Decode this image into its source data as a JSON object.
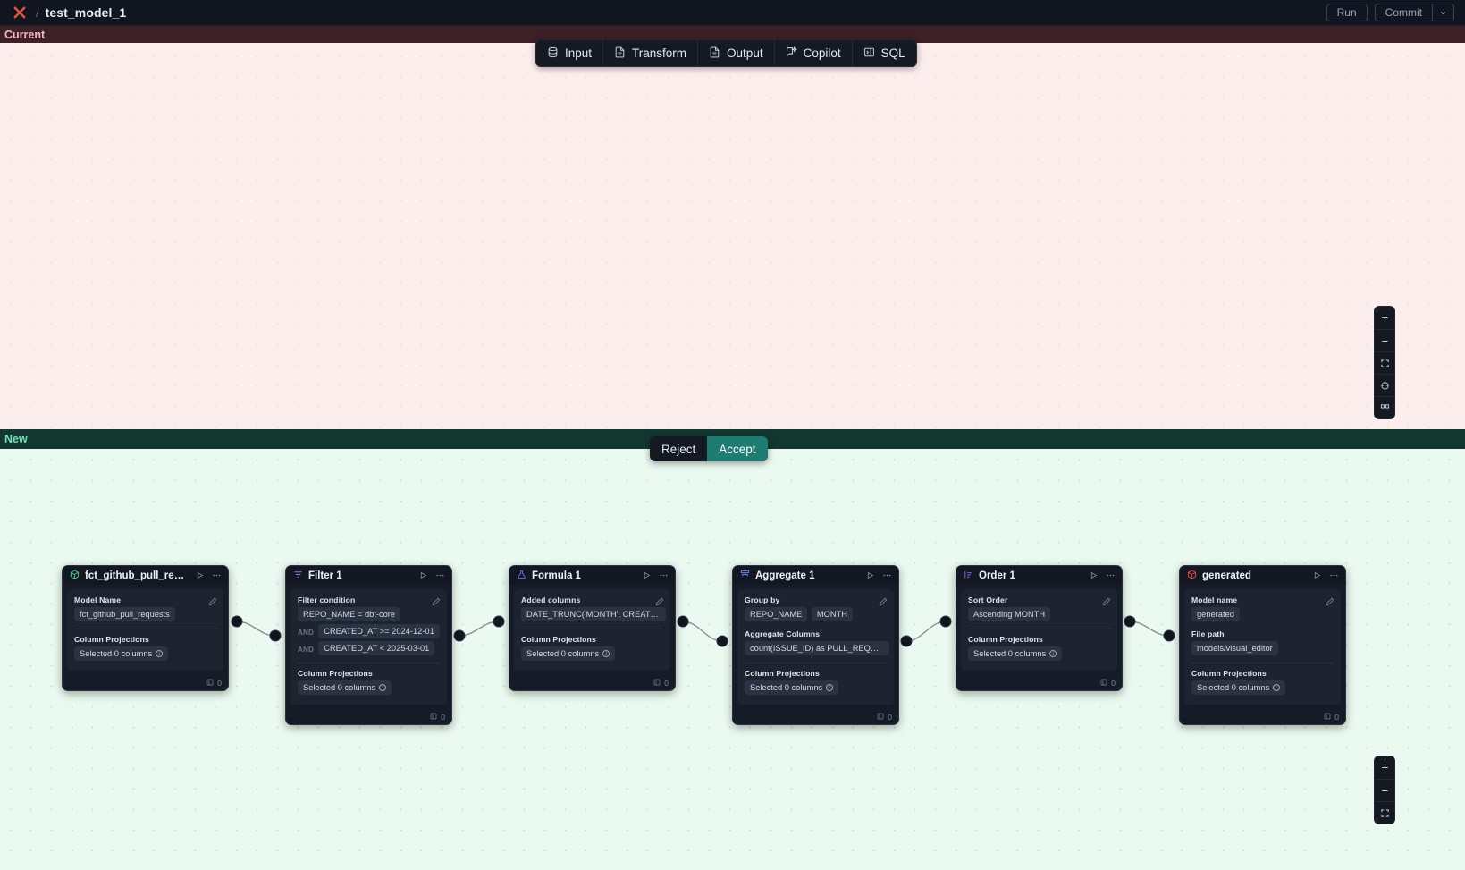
{
  "topbar": {
    "logo_icon": "app-logo-x",
    "separator": "/",
    "title": "test_model_1",
    "run_label": "Run",
    "commit_label": "Commit",
    "commit_caret": "⌄"
  },
  "bands": {
    "current_label": "Current",
    "new_label": "New"
  },
  "mode_toolbar": {
    "items": [
      {
        "label": "Input",
        "icon": "database-icon"
      },
      {
        "label": "Transform",
        "icon": "file-icon"
      },
      {
        "label": "Output",
        "icon": "file-icon"
      },
      {
        "label": "Copilot",
        "icon": "sparkle-chat-icon"
      },
      {
        "label": "SQL",
        "icon": "sql-panel-icon"
      }
    ]
  },
  "diff_actions": {
    "reject_label": "Reject",
    "accept_label": "Accept"
  },
  "zoom_controls_top": [
    {
      "icon": "plus-icon",
      "name": "zoom-in-button"
    },
    {
      "icon": "minus-icon",
      "name": "zoom-out-button"
    },
    {
      "icon": "fit-view-icon",
      "name": "fit-view-button"
    },
    {
      "icon": "lock-target-icon",
      "name": "lock-view-button"
    },
    {
      "icon": "grid-icon",
      "name": "toggle-grid-button"
    }
  ],
  "zoom_controls_bottom": [
    {
      "icon": "plus-icon",
      "name": "zoom-in-button"
    },
    {
      "icon": "minus-icon",
      "name": "zoom-out-button"
    },
    {
      "icon": "fit-view-icon",
      "name": "fit-view-button"
    }
  ],
  "nodes": [
    {
      "id": "source",
      "title": "fct_github_pull_requests",
      "icon": "cube-green-icon",
      "row_count": "0",
      "sections": [
        {
          "label": "Model Name",
          "chips": [
            "fct_github_pull_requests"
          ]
        },
        {
          "label": "Column Projections",
          "chips": [
            "Selected 0 columns"
          ],
          "info": true
        }
      ]
    },
    {
      "id": "filter",
      "title": "Filter 1",
      "icon": "filter-icon",
      "row_count": "0",
      "sections": [
        {
          "label": "Filter condition",
          "chips": [
            "REPO_NAME = dbt-core"
          ],
          "conditions": [
            {
              "prefix": "",
              "text": "REPO_NAME = dbt-core"
            },
            {
              "prefix": "AND",
              "text": "CREATED_AT >= 2024-12-01"
            },
            {
              "prefix": "AND",
              "text": "CREATED_AT < 2025-03-01"
            }
          ]
        },
        {
          "label": "Column Projections",
          "chips": [
            "Selected 0 columns"
          ],
          "info": true
        }
      ]
    },
    {
      "id": "formula",
      "title": "Formula 1",
      "icon": "flask-icon",
      "row_count": "0",
      "sections": [
        {
          "label": "Added columns",
          "chips": [
            "DATE_TRUNC('MONTH', CREATED_AT…"
          ]
        },
        {
          "label": "Column Projections",
          "chips": [
            "Selected 0 columns"
          ],
          "info": true
        }
      ]
    },
    {
      "id": "aggregate",
      "title": "Aggregate 1",
      "icon": "aggregate-icon",
      "row_count": "0",
      "sections": [
        {
          "label": "Group by",
          "chips": [
            "REPO_NAME",
            "MONTH"
          ]
        },
        {
          "label": "Aggregate Columns",
          "chips": [
            "count(ISSUE_ID) as PULL_REQUEST_…"
          ]
        },
        {
          "label": "Column Projections",
          "chips": [
            "Selected 0 columns"
          ],
          "info": true
        }
      ]
    },
    {
      "id": "order",
      "title": "Order 1",
      "icon": "sort-icon",
      "row_count": "0",
      "sections": [
        {
          "label": "Sort Order",
          "chips": [
            "Ascending MONTH"
          ]
        },
        {
          "label": "Column Projections",
          "chips": [
            "Selected 0 columns"
          ],
          "info": true
        }
      ]
    },
    {
      "id": "generated",
      "title": "generated",
      "icon": "cube-red-icon",
      "row_count": "0",
      "sections": [
        {
          "label": "Model name",
          "chips": [
            "generated"
          ]
        },
        {
          "label": "File path",
          "chips": [
            "models/visual_editor"
          ]
        },
        {
          "label": "Column Projections",
          "chips": [
            "Selected 0 columns"
          ],
          "info": true
        }
      ]
    }
  ],
  "colors": {
    "current_band_bg": "#fdeeee",
    "current_band_header": "#3d1f26",
    "new_band_bg": "#eafaf0",
    "new_band_header": "#123730",
    "accept_button": "#1d7d72",
    "node_bg": "#161c27",
    "logo_red": "#e8503a"
  }
}
